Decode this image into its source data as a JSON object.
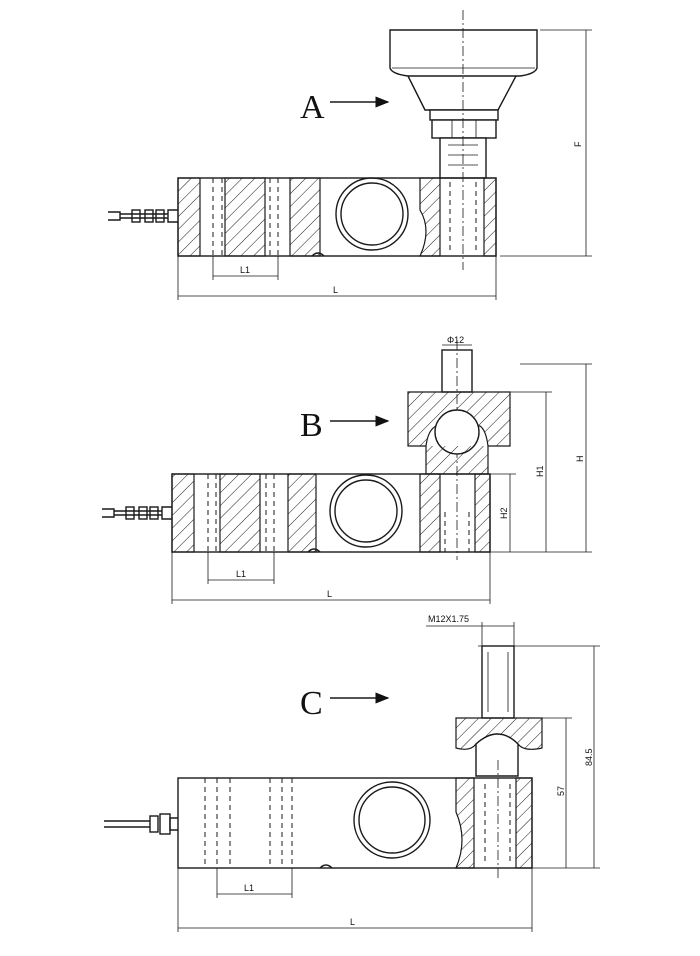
{
  "views": {
    "a": {
      "label": "A",
      "dim_l1": "L1",
      "dim_l": "L",
      "dim_f": "F"
    },
    "b": {
      "label": "B",
      "dim_l1": "L1",
      "dim_l": "L",
      "dim_h": "H",
      "dim_h1": "H1",
      "dim_h2": "H2",
      "dim_dia": "Φ12"
    },
    "c": {
      "label": "C",
      "dim_l1": "L1",
      "dim_l": "L",
      "dim_thread": "M12X1.75",
      "dim_57": "57",
      "dim_845": "84.5"
    }
  }
}
